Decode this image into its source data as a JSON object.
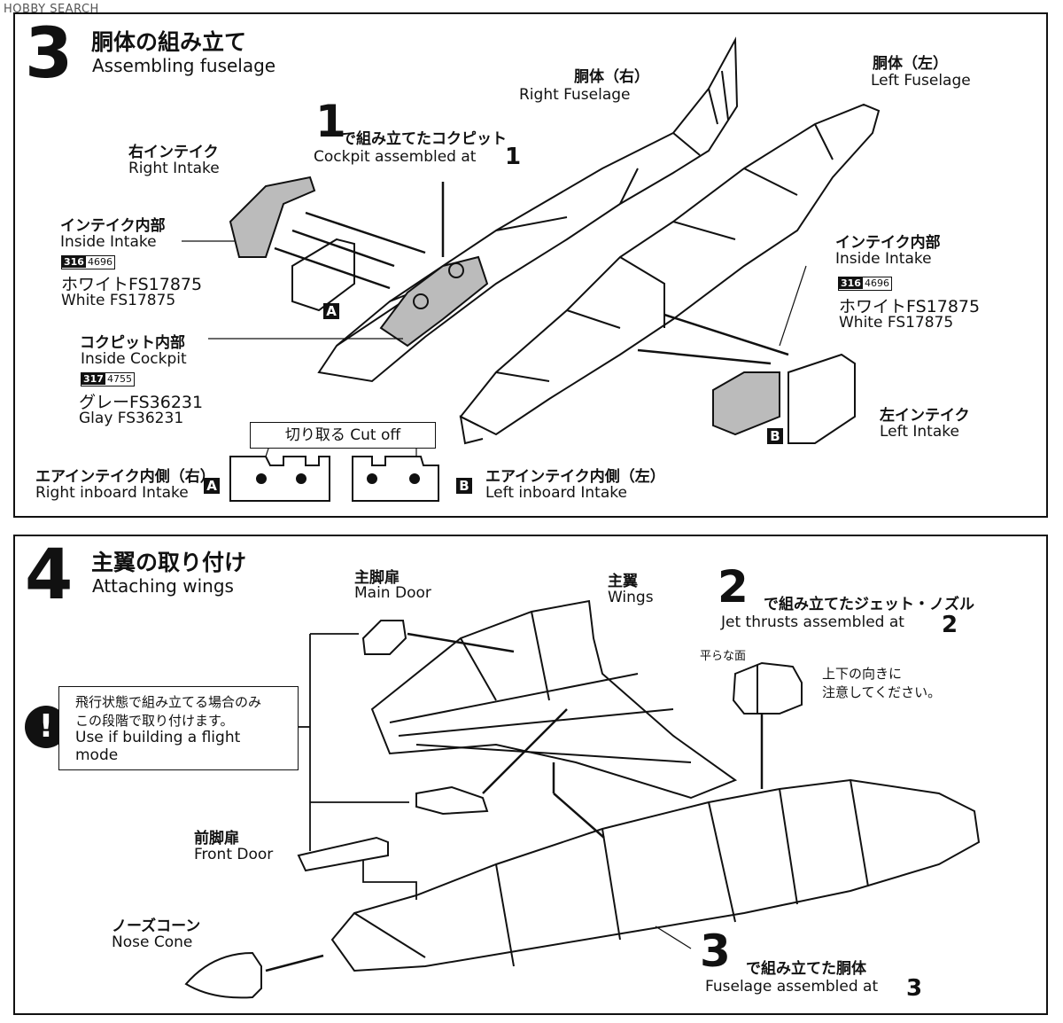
{
  "watermark": "HOBBY SEARCH",
  "step3": {
    "number": "3",
    "title_jp": "胴体の組み立て",
    "title_en": "Assembling fuselage",
    "right_fuselage_jp": "胴体（右）",
    "right_fuselage_en": "Right Fuselage",
    "left_fuselage_jp": "胴体（左）",
    "left_fuselage_en": "Left Fuselage",
    "cockpit_ref_num": "1",
    "cockpit_ref_jp": "で組み立てたコクピット",
    "cockpit_ref_en": "Cockpit assembled at",
    "right_intake_jp": "右インテイク",
    "right_intake_en": "Right Intake",
    "inside_intake_left_jp": "インテイク内部",
    "inside_intake_left_en": "Inside Intake",
    "paint_white_code_a": "316",
    "paint_white_code_b": "4696",
    "paint_white_jp": "ホワイトFS17875",
    "paint_white_en": "White FS17875",
    "inside_cockpit_jp": "コクピット内部",
    "inside_cockpit_en": "Inside Cockpit",
    "paint_grey_code_a": "317",
    "paint_grey_code_b": "4755",
    "paint_grey_jp": "グレーFS36231",
    "paint_grey_en": "Glay FS36231",
    "inside_intake_right_jp": "インテイク内部",
    "inside_intake_right_en": "Inside Intake",
    "left_intake_jp": "左インテイク",
    "left_intake_en": "Left Intake",
    "cut_off": "切り取る Cut off",
    "rib_right_jp": "エアインテイク内側（右）",
    "rib_right_en": "Right inboard Intake",
    "rib_left_jp": "エアインテイク内側（左）",
    "rib_left_en": "Left inboard Intake",
    "tag_a": "A",
    "tag_b": "B"
  },
  "step4": {
    "number": "4",
    "title_jp": "主翼の取り付け",
    "title_en": "Attaching wings",
    "main_door_jp": "主脚扉",
    "main_door_en": "Main Door",
    "wings_jp": "主翼",
    "wings_en": "Wings",
    "jet_ref_num": "2",
    "jet_ref_jp": "で組み立てたジェット・ノズル",
    "jet_ref_en": "Jet thrusts assembled at",
    "flat_face": "平らな面",
    "orientation_note_1": "上下の向きに",
    "orientation_note_2": "注意してください。",
    "warn_jp_1": "飛行状態で組み立てる場合のみ",
    "warn_jp_2": "この段階で取り付けます。",
    "warn_en_1": "Use if building a flight",
    "warn_en_2": "mode",
    "front_door_jp": "前脚扉",
    "front_door_en": "Front Door",
    "nose_cone_jp": "ノーズコーン",
    "nose_cone_en": "Nose Cone",
    "fuselage_ref_num": "3",
    "fuselage_ref_jp": "で組み立てた胴体",
    "fuselage_ref_en": "Fuselage assembled at"
  }
}
